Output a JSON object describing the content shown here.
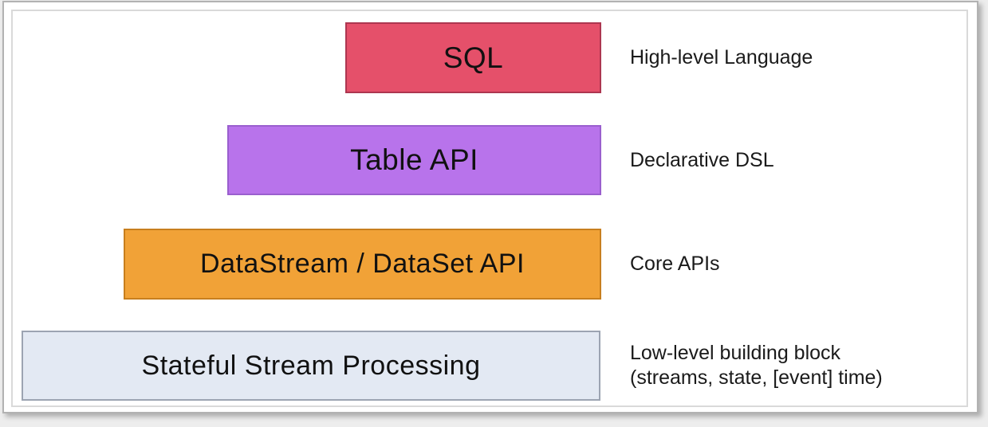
{
  "page": {
    "background": "#ededed",
    "frame_border": "#b2b2b2",
    "inner_border": "#d9d9d9"
  },
  "diagram": {
    "type": "layered-stack",
    "layers": [
      {
        "id": "sql",
        "label": "SQL",
        "annotation_lines": [
          "High-level Language"
        ],
        "fill": "#e5506a",
        "border": "#ad3650"
      },
      {
        "id": "table-api",
        "label": "Table API",
        "annotation_lines": [
          "Declarative DSL"
        ],
        "fill": "#b873eb",
        "border": "#9a5fce"
      },
      {
        "id": "datastream-dataset-api",
        "label": "DataStream / DataSet API",
        "annotation_lines": [
          "Core APIs"
        ],
        "fill": "#f1a237",
        "border": "#c87f1e"
      },
      {
        "id": "stateful-stream-processing",
        "label": "Stateful Stream Processing",
        "annotation_lines": [
          "Low-level building block",
          "(streams, state, [event] time)"
        ],
        "fill": "#e3e9f3",
        "border": "#9ca4b2"
      }
    ]
  }
}
